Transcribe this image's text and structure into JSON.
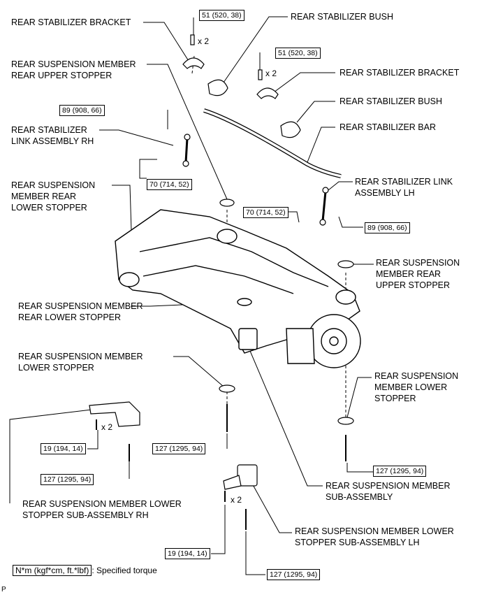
{
  "labels": {
    "stab_bracket_rh": "REAR STABILIZER BRACKET",
    "stab_bush_top": "REAR STABILIZER BUSH",
    "upper_stopper_left": "REAR SUSPENSION MEMBER\nREAR UPPER STOPPER",
    "stab_bracket_lh": "REAR STABILIZER BRACKET",
    "stab_bush_mid": "REAR STABILIZER BUSH",
    "link_rh": "REAR STABILIZER\nLINK ASSEMBLY RH",
    "stab_bar": "REAR STABILIZER BAR",
    "rear_lower_stopper_left": "REAR SUSPENSION\nMEMBER REAR\nLOWER STOPPER",
    "link_lh": "REAR STABILIZER LINK\nASSEMBLY LH",
    "upper_stopper_right": "REAR SUSPENSION\nMEMBER REAR\nUPPER STOPPER",
    "rear_lower_stopper_center": "REAR SUSPENSION MEMBER\nREAR LOWER STOPPER",
    "lower_stopper_left": "REAR SUSPENSION MEMBER\nLOWER STOPPER",
    "lower_stopper_right": "REAR SUSPENSION\nMEMBER LOWER\nSTOPPER",
    "member_sub_assembly": "REAR SUSPENSION MEMBER\nSUB-ASSEMBLY",
    "lower_stopper_sub_rh": "REAR SUSPENSION MEMBER LOWER\nSTOPPER SUB-ASSEMBLY RH",
    "lower_stopper_sub_lh": "REAR SUSPENSION MEMBER LOWER\nSTOPPER SUB-ASSEMBLY LH"
  },
  "torques": {
    "t1": "51 (520, 38)",
    "t2": "51 (520, 38)",
    "t3": "89 (908, 66)",
    "t4": "70 (714, 52)",
    "t5": "70 (714, 52)",
    "t6": "89 (908, 66)",
    "t7": "19 (194, 14)",
    "t8": "127 (1295, 94)",
    "t9": "127 (1295, 94)",
    "t10": "127 (1295, 94)",
    "t11": "19 (194, 14)",
    "t12": "127 (1295, 94)"
  },
  "multipliers": {
    "m1": "x 2",
    "m2": "x 2",
    "m3": "x 2",
    "m4": "x 2"
  },
  "legend": {
    "unit_box": "N*m (kgf*cm, ft.*lbf)",
    "suffix": ": Specified torque"
  },
  "figure_mark": "P"
}
